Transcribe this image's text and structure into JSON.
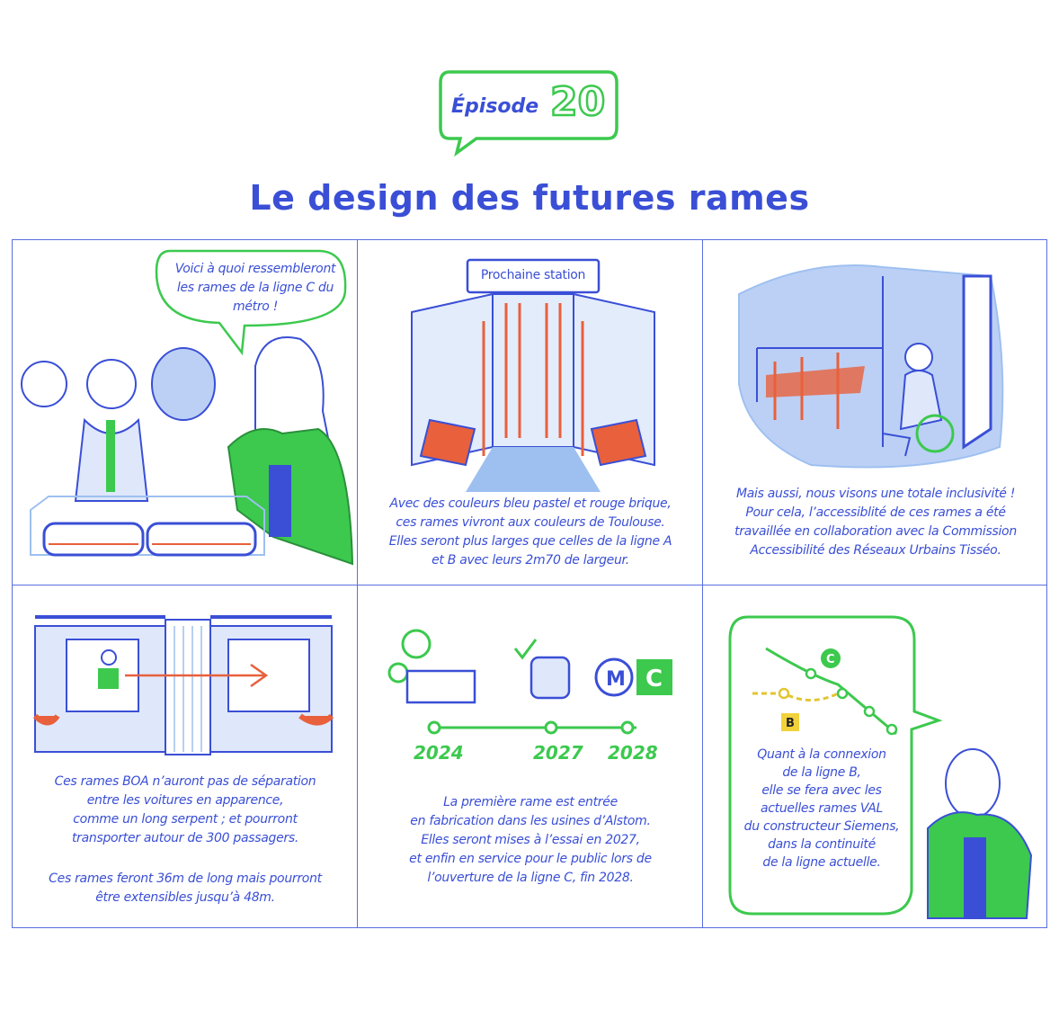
{
  "header": {
    "episode_label": "Épisode",
    "episode_number": "20",
    "title": "Le design des futures rames"
  },
  "colors": {
    "blue": "#3a4fd6",
    "green": "#3cc94e",
    "orange": "#e8603c",
    "pastel": "#bcd0f5"
  },
  "panels": [
    {
      "speech": "Voici à quoi ressembleront les rames de la ligne C du métro !"
    },
    {
      "sign": "Prochaine station",
      "caption": [
        "Avec des couleurs bleu pastel et rouge brique,",
        "ces rames vivront aux couleurs de Toulouse.",
        "Elles seront plus larges que celles de la ligne A",
        "et B avec leurs 2m70 de largeur."
      ]
    },
    {
      "caption": [
        "Mais aussi, nous visons une totale inclusivité !",
        "Pour cela, l’accessiblité de ces rames a été",
        "travaillée en collaboration avec la Commission",
        "Accessibilité des Réseaux Urbains Tisséo."
      ]
    },
    {
      "caption": [
        "Ces rames BOA n’auront pas de séparation",
        "entre les voitures en apparence,",
        "comme un long serpent ; et pourront",
        "transporter autour de 300 passagers."
      ],
      "caption2": [
        "Ces rames feront 36m de long mais pourront",
        "être extensibles jusqu’à 48m."
      ]
    },
    {
      "timeline": [
        "2024",
        "2027",
        "2028"
      ],
      "metro_letter": "M",
      "line_letter": "C",
      "caption": [
        "La première rame est entrée",
        "en fabrication dans les usines d’Alstom.",
        "Elles seront mises à l’essai en 2027,",
        "et enfin en service pour le public lors de",
        "l’ouverture de la ligne C, fin 2028."
      ]
    },
    {
      "map_labels": [
        "C",
        "B"
      ],
      "caption": [
        "Quant à la connexion",
        "de la ligne B,",
        "elle se fera avec les",
        "actuelles rames VAL",
        "du constructeur Siemens,",
        "dans la continuité",
        "de la ligne actuelle."
      ]
    }
  ]
}
